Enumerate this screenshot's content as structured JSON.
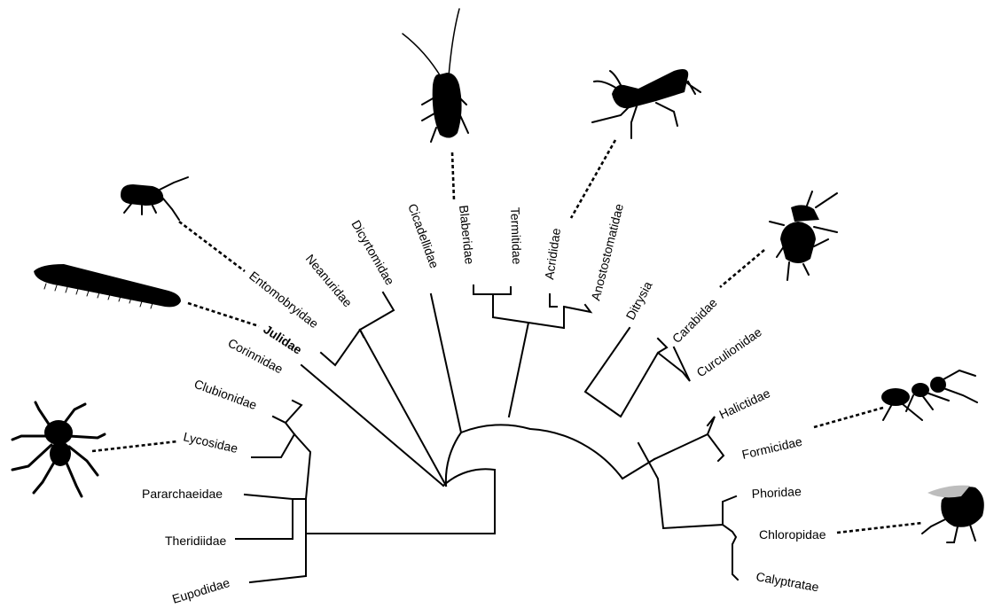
{
  "diagram": {
    "type": "fan-phylogeny",
    "colors": {
      "ink": "#000000",
      "background": "#ffffff"
    },
    "taxa": {
      "eupodidae": "Eupodidae",
      "theridiidae": "Theridiidae",
      "pararchaeidae": "Pararchaeidae",
      "lycosidae": "Lycosidae",
      "clubionidae": "Clubionidae",
      "corinnidae": "Corinnidae",
      "julidae": "Julidae",
      "entomobryidae": "Entomobryidae",
      "neanuridae": "Neanuridae",
      "dicyrtomidae": "Dicyrtomidae",
      "cicadellidae": "Cicadellidae",
      "blaberidae": "Blaberidae",
      "termitidae": "Termitidae",
      "acrididae": "Acrididae",
      "anostostomatidae": "Anostostomatidae",
      "ditrysia": "Ditrysia",
      "carabidae": "Carabidae",
      "curculionidae": "Curculionidae",
      "halictidae": "Halictidae",
      "formicidae": "Formicidae",
      "phoridae": "Phoridae",
      "chloropidae": "Chloropidae",
      "calyptratae": "Calyptratae"
    },
    "silhouettes": [
      "cockroach-icon",
      "grasshopper-icon",
      "springtail-icon",
      "millipede-icon",
      "beetle-icon",
      "ant-icon",
      "spider-icon",
      "fly-icon"
    ]
  }
}
